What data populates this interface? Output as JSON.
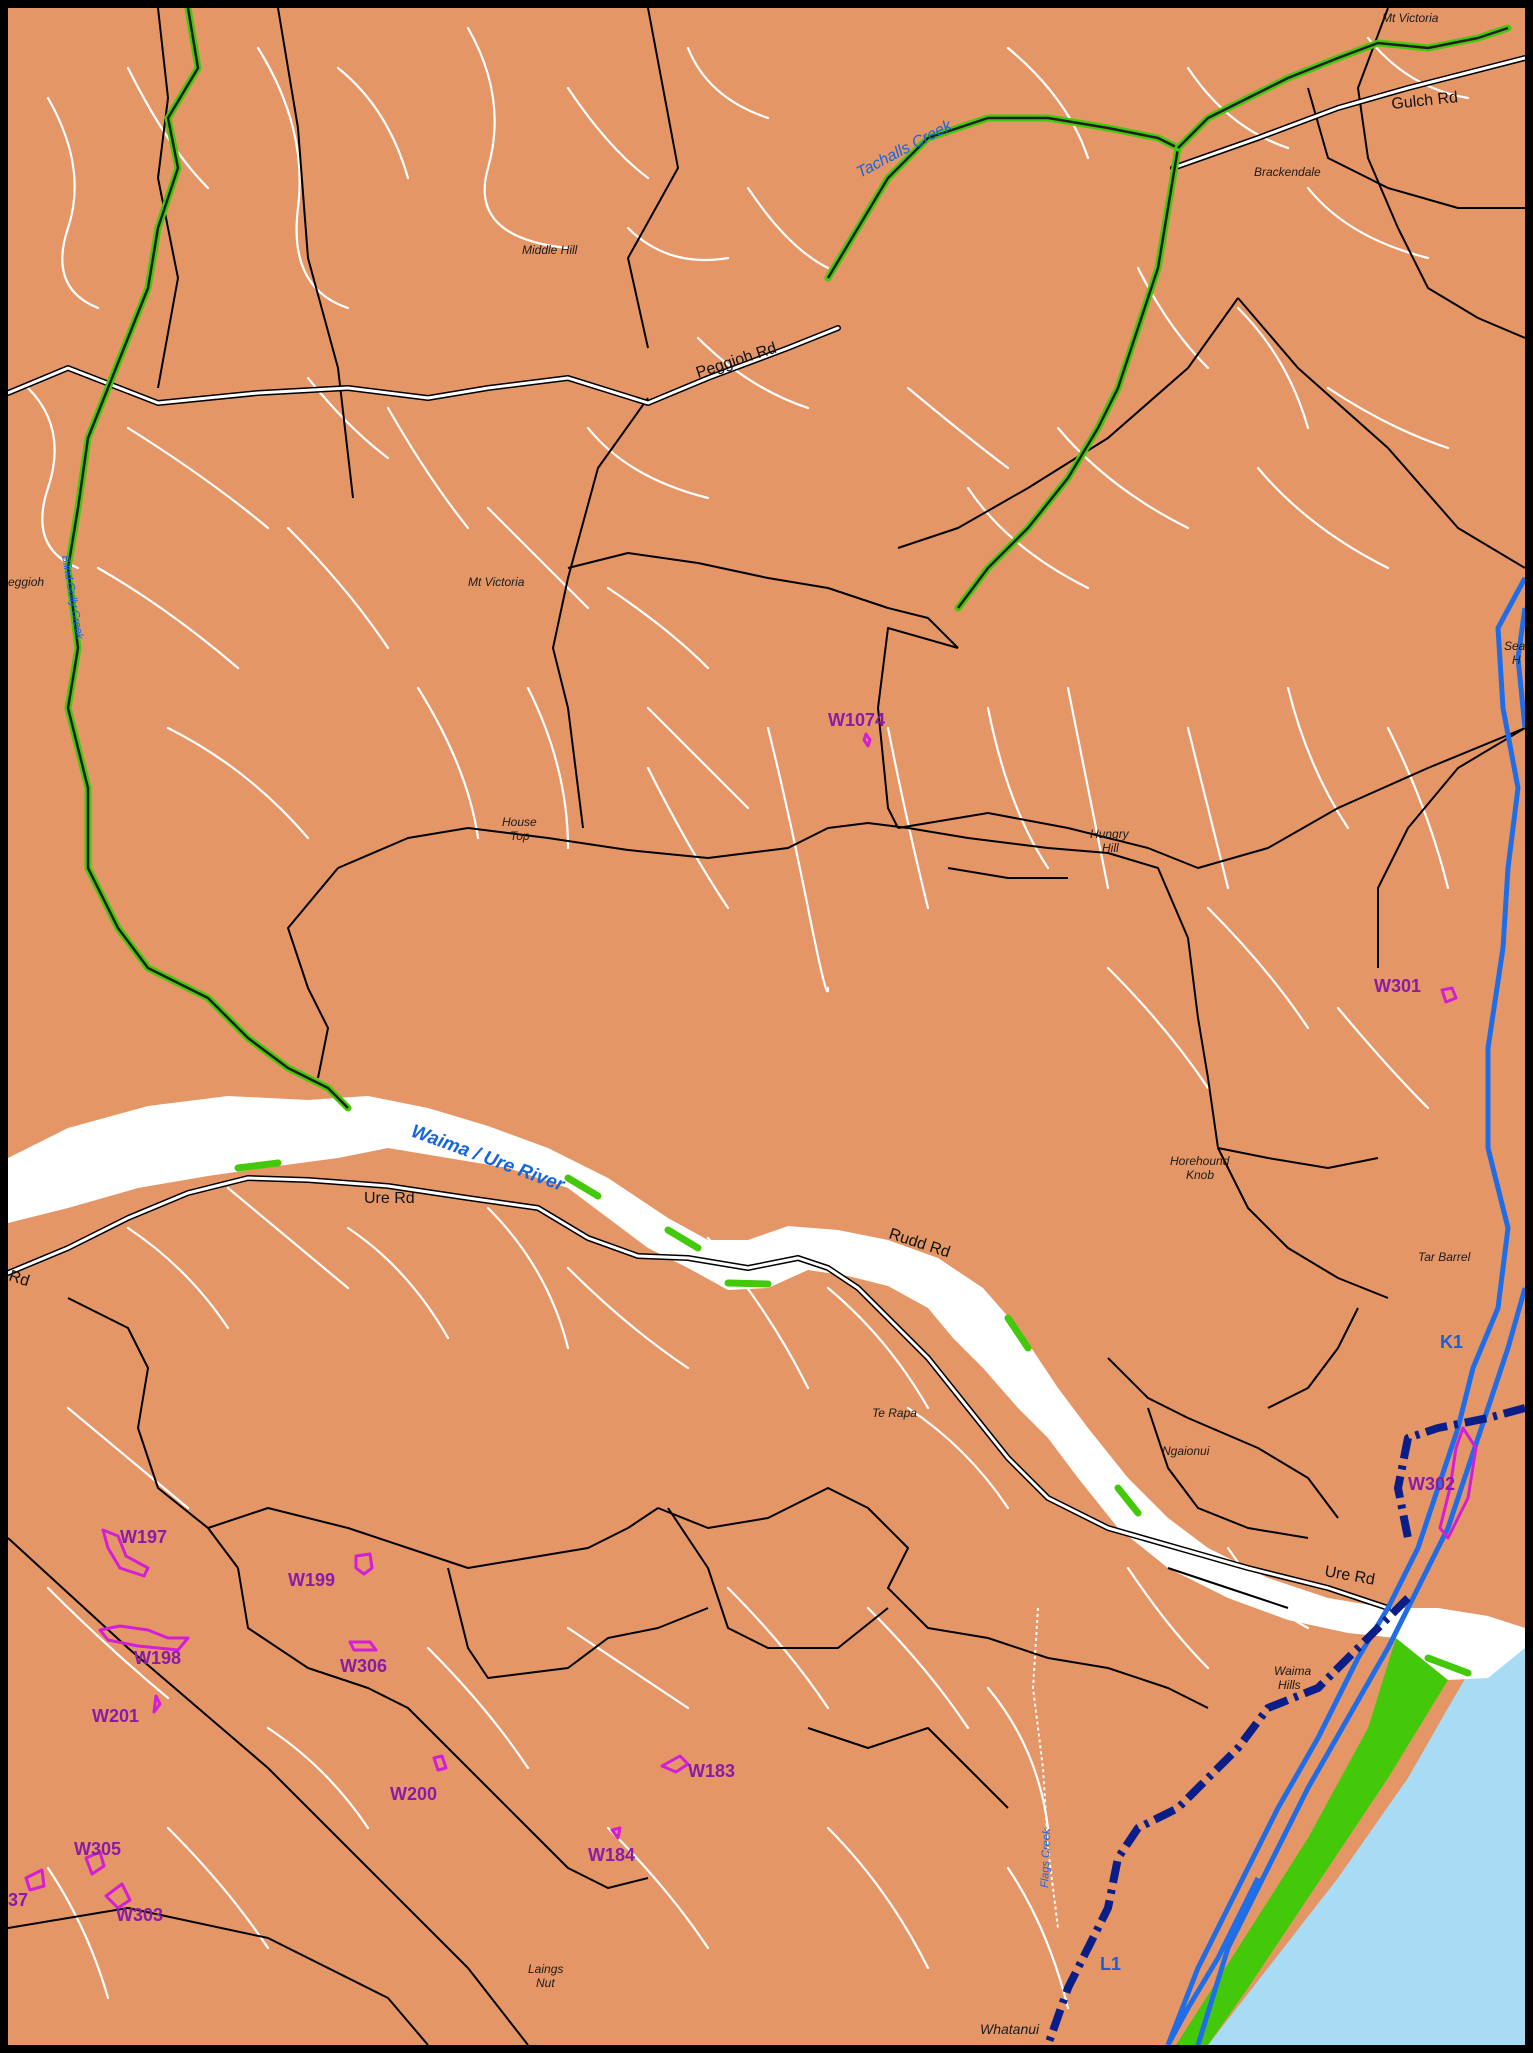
{
  "map": {
    "colors": {
      "land": "#e59667",
      "sea": "#a8dcf5",
      "river": "#ffffff",
      "riparian": "#44c90a",
      "wetland_outline": "#d21fd6",
      "wetland_label": "#8a1aa8",
      "route": "#1f6ee8",
      "dashed_route": "#0a1e8a",
      "boundary": "#000000",
      "stream": "#ffffff",
      "water_label": "#1565e0"
    },
    "places": {
      "mt_victoria_top": "Mt Victoria",
      "middle_hill": "Middle Hill",
      "brackendale": "Brackendale",
      "mt_victoria": "Mt Victoria",
      "peggioh_edge": "eggioh",
      "house_top_1": "House",
      "house_top_2": "Top",
      "hungry_hill_1": "Hungry",
      "hungry_hill_2": "Hill",
      "horehound_knob_1": "Horehound",
      "horehound_knob_2": "Knob",
      "tar_barrel": "Tar Barrel",
      "te_rapa": "Te Rapa",
      "ngaionui": "Ngaionui",
      "waima_hills_1": "Waima",
      "waima_hills_2": "Hills",
      "laings_nut_1": "Laings",
      "laings_nut_2": "Nut",
      "whatanui": "Whatanui",
      "sea_edge_1": "Sea",
      "sea_edge_2": "H"
    },
    "roads": {
      "gulch": "Gulch Rd",
      "peggioh": "Peggioh Rd",
      "ure": "Ure Rd",
      "ure_east": "Ure Rd",
      "rudd": "Rudd Rd",
      "rd_edge": "Rd"
    },
    "waterways": {
      "main_river": "Waima / Ure River",
      "tachalls": "Tachalls Creek",
      "west_creek": "Blind Gully Creek",
      "flags": "Flags Creek"
    },
    "wetlands": [
      "W1074",
      "W301",
      "W302",
      "W197",
      "W199",
      "W198",
      "W306",
      "W201",
      "W183",
      "W200",
      "W305",
      "W184",
      "W303",
      "37"
    ],
    "routes": {
      "k": "K1",
      "l": "L1"
    }
  }
}
